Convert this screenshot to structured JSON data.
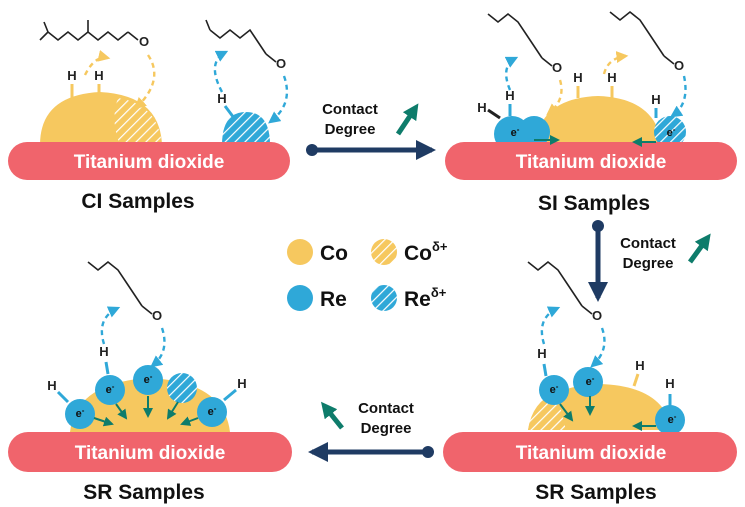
{
  "colors": {
    "cobalt": "#F6C85F",
    "rhenium": "#2FA8D8",
    "titania": "#F0646C",
    "arrow": "#1F3B63",
    "trend_arrow": "#0E7C6B",
    "electron_arrow": "#0E7C6B",
    "dashed_blue": "#2FA8D8",
    "dashed_yellow": "#F6C85F"
  },
  "support_label": "Titanium dioxide",
  "panels": [
    {
      "caption": "CI Samples"
    },
    {
      "caption": "SI Samples"
    },
    {
      "caption": "SR Samples"
    },
    {
      "caption": "SR Samples"
    }
  ],
  "transitions": [
    {
      "line1": "Contact",
      "line2": "Degree"
    },
    {
      "line1": "Contact",
      "line2": "Degree"
    },
    {
      "line1": "Contact",
      "line2": "Degree"
    }
  ],
  "legend": {
    "co": "Co",
    "co_delta": "Co",
    "re": "Re",
    "re_delta": "Re",
    "delta_superscript": "δ+"
  },
  "atoms": {
    "hydrogen": "H",
    "electron": "e",
    "electron_sign": "-",
    "oxygen": "O"
  }
}
